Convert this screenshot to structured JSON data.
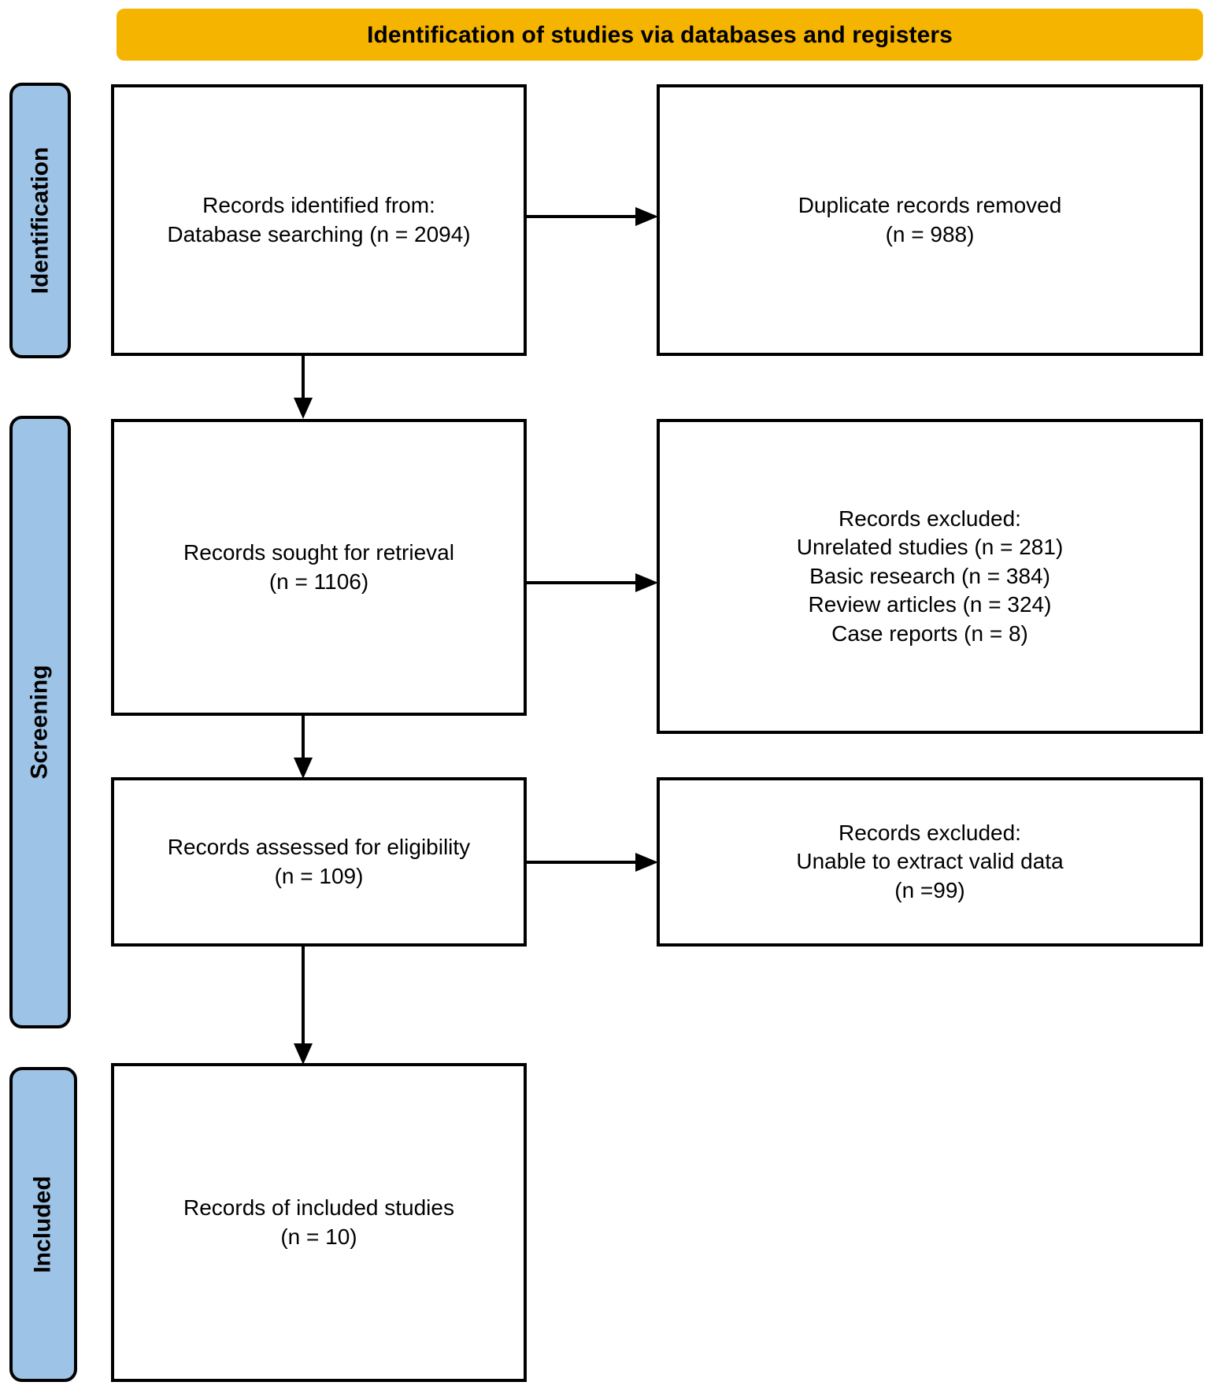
{
  "header": {
    "title": "Identification of studies via databases and registers",
    "background_color": "#f5b400"
  },
  "stages": [
    {
      "id": "identification",
      "label": "Identification",
      "color": "#9dc3e6"
    },
    {
      "id": "screening",
      "label": "Screening",
      "color": "#9dc3e6"
    },
    {
      "id": "included",
      "label": "Included",
      "color": "#9dc3e6"
    }
  ],
  "boxes": {
    "records_identified": "Records identified from:\nDatabase searching (n = 2094)",
    "duplicates_removed": "Duplicate records removed\n(n = 988)",
    "records_sought": "Records sought for retrieval\n(n = 1106)",
    "records_excluded_screening": "Records excluded:\nUnrelated studies (n = 281)\nBasic research (n = 384)\nReview articles (n = 324)\nCase reports (n = 8)",
    "records_assessed": "Records assessed for eligibility\n(n = 109)",
    "records_excluded_eligibility": "Records excluded:\nUnable to extract valid data\n(n =99)",
    "records_included": "Records of included studies\n(n = 10)"
  },
  "chart_data": {
    "type": "diagram",
    "diagram_type": "PRISMA flow diagram",
    "title": "Identification of studies via databases and registers",
    "stages": [
      "Identification",
      "Screening",
      "Included"
    ],
    "nodes": [
      {
        "id": "records_identified",
        "stage": "Identification",
        "label": "Records identified from: Database searching",
        "n": 2094
      },
      {
        "id": "duplicates_removed",
        "stage": "Identification",
        "label": "Duplicate records removed",
        "n": 988
      },
      {
        "id": "records_sought",
        "stage": "Screening",
        "label": "Records sought for retrieval",
        "n": 1106
      },
      {
        "id": "records_excluded_screening",
        "stage": "Screening",
        "label": "Records excluded",
        "breakdown": [
          {
            "reason": "Unrelated studies",
            "n": 281
          },
          {
            "reason": "Basic research",
            "n": 384
          },
          {
            "reason": "Review articles",
            "n": 324
          },
          {
            "reason": "Case reports",
            "n": 8
          }
        ]
      },
      {
        "id": "records_assessed",
        "stage": "Screening",
        "label": "Records assessed for eligibility",
        "n": 109
      },
      {
        "id": "records_excluded_eligibility",
        "stage": "Screening",
        "label": "Records excluded: Unable to extract valid data",
        "n": 99
      },
      {
        "id": "records_included",
        "stage": "Included",
        "label": "Records of included studies",
        "n": 10
      }
    ],
    "edges": [
      {
        "from": "records_identified",
        "to": "duplicates_removed",
        "direction": "right"
      },
      {
        "from": "records_identified",
        "to": "records_sought",
        "direction": "down"
      },
      {
        "from": "records_sought",
        "to": "records_excluded_screening",
        "direction": "right"
      },
      {
        "from": "records_sought",
        "to": "records_assessed",
        "direction": "down"
      },
      {
        "from": "records_assessed",
        "to": "records_excluded_eligibility",
        "direction": "right"
      },
      {
        "from": "records_assessed",
        "to": "records_included",
        "direction": "down"
      }
    ]
  }
}
